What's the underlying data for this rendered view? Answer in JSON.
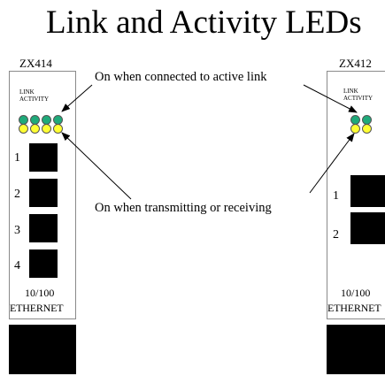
{
  "title": "Link and Activity LEDs",
  "left_module": {
    "model": "ZX414",
    "led_label_line1": "LINK",
    "led_label_line2": "ACTIVITY",
    "ports": [
      "1",
      "2",
      "3",
      "4"
    ],
    "speed": "10/100",
    "type": "ETHERNET"
  },
  "right_module": {
    "model": "ZX412",
    "led_label_line1": "LINK",
    "led_label_line2": "ACTIVITY",
    "ports": [
      "1",
      "2"
    ],
    "speed": "10/100",
    "type": "ETHERNET"
  },
  "callouts": {
    "link": "On when connected to active link",
    "activity": "On when transmitting or receiving"
  },
  "colors": {
    "link_led": "#1faa7a",
    "activity_led": "#ffff33",
    "panel_border": "#8a8a8a"
  }
}
